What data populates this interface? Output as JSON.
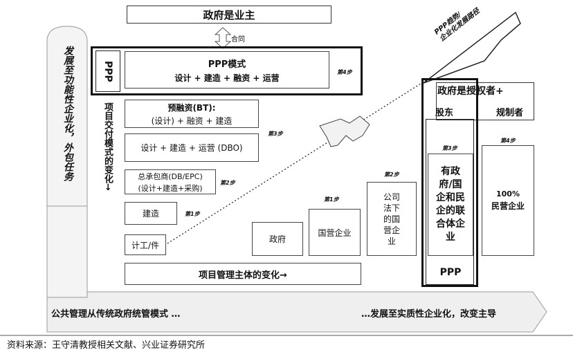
{
  "top_title": "政府是业主",
  "contract_label": "合同",
  "ppp_tag": "PPP",
  "ppp_mode": {
    "title": "PPP模式",
    "desc": "设计 + 建造 + 融资 + 运营"
  },
  "step4_left": "第4步",
  "bt": {
    "title": "预融资(BT):",
    "desc": "(设计) + 融资 + 建造"
  },
  "dbo": "设计 + 建造 + 运营 (DBO)",
  "step3_left": "第3步",
  "epc": {
    "line1": "总承包商(DB/EPC)",
    "line2": "(设计+建造+采购)"
  },
  "step2_left": "第2步",
  "build": "建造",
  "step1_left": "第1步",
  "piecework": "计工/件",
  "vertical_left_text": "发展至功能性企业化，外包任务",
  "vertical_mid_text": "项目交付模式的变化→",
  "mgmt_change": "项目管理主体的变化→",
  "gov": "政府",
  "soe": "国营企业",
  "step1_mid": "第1步",
  "company_law_soe": "公司法下的国营企业",
  "step2_mid": "第2步",
  "trend_text": {
    "line1": "PPP趋势/",
    "line2": "企业化发展路径"
  },
  "auth_header": "政府是授权者+",
  "shareholder": "股东",
  "regulator": "规制者",
  "step3_right": "第3步",
  "step4_right": "第4步",
  "jv": "有政府/国企和民企的联合体企业",
  "private": {
    "line1": "100%",
    "line2": "民营企业"
  },
  "ppp_bottom": "PPP",
  "public_mgmt": "公共管理从传统政府统管模式 …",
  "enterprise": "…发展至实质性企业化，改变主导",
  "source": "资料来源：王守清教授相关文献、兴业证券研究所"
}
